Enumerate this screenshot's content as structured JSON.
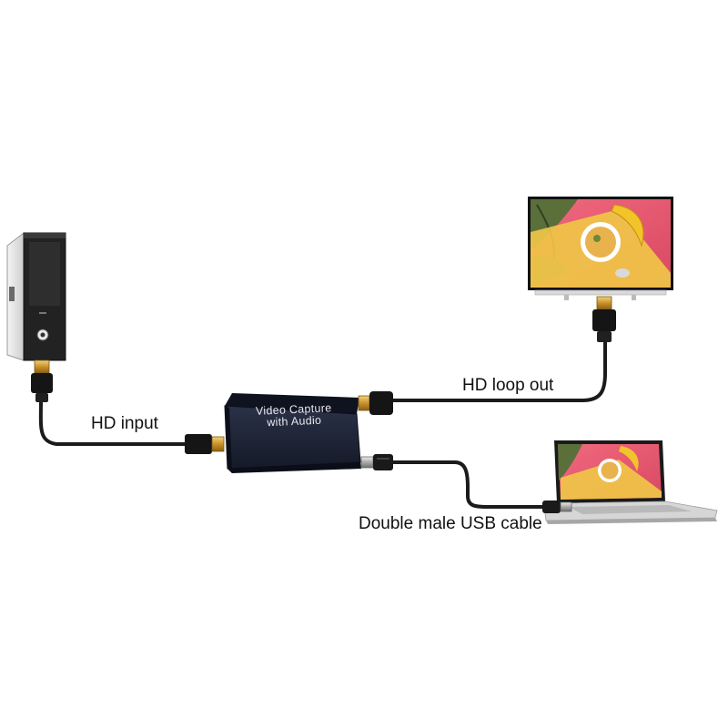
{
  "labels": {
    "hd_input": "HD input",
    "hd_loop_out": "HD loop out",
    "usb_cable": "Double male USB cable"
  },
  "device": {
    "line1": "Video   Capture",
    "line2": "with Audio"
  },
  "colors": {
    "cable": "#1b1b1b",
    "device_body": "#1f2436",
    "tv_screen_bg": "#e5576f",
    "hdmi_gold": "#d7a43a",
    "usb_silver": "#b7b7b7"
  },
  "components": [
    "pc-tower-icon",
    "capture-device",
    "tv-monitor-icon",
    "laptop-icon",
    "hdmi-plug-icon",
    "usb-plug-icon"
  ]
}
